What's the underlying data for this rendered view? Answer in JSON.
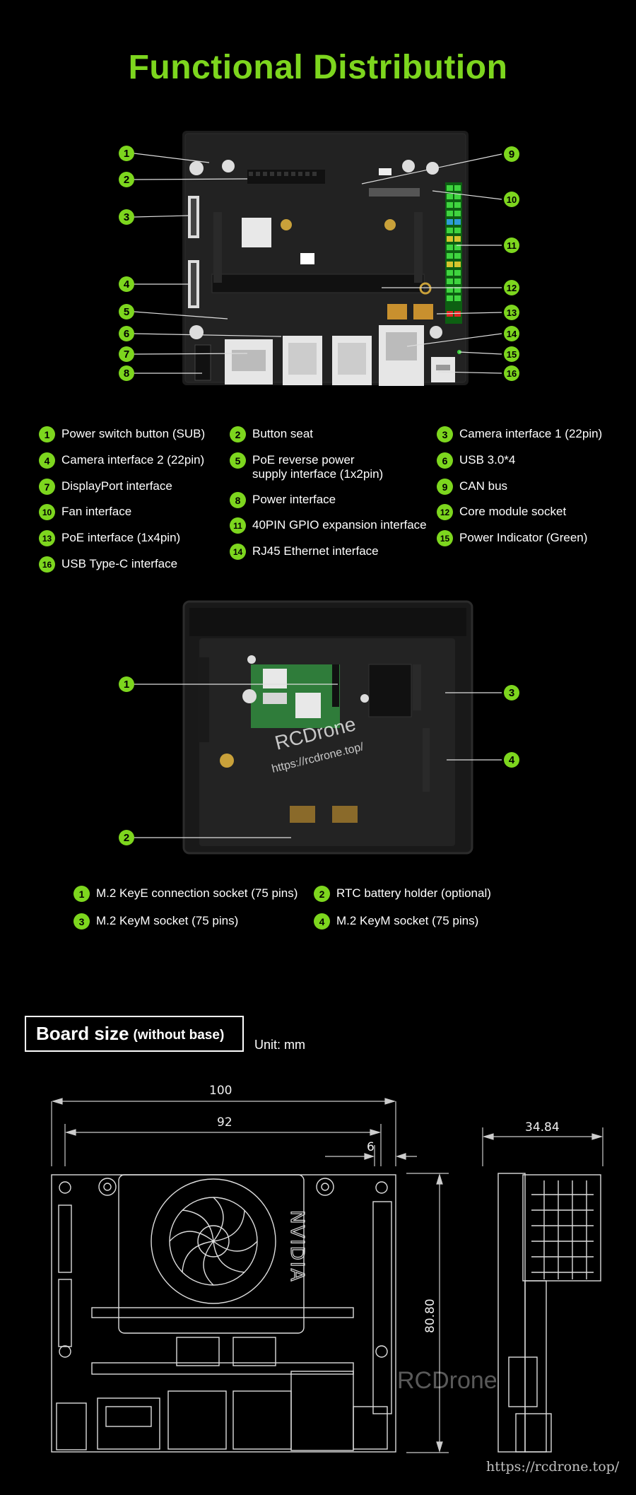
{
  "page": {
    "title": "Functional Distribution"
  },
  "top_view": {
    "callouts": [
      "1",
      "2",
      "3",
      "4",
      "5",
      "6",
      "7",
      "8",
      "9",
      "10",
      "11",
      "12",
      "13",
      "14",
      "15",
      "16"
    ],
    "legend": [
      {
        "num": "1",
        "label": "Power switch button (SUB)"
      },
      {
        "num": "2",
        "label": "Button seat"
      },
      {
        "num": "3",
        "label": "Camera interface 1 (22pin)"
      },
      {
        "num": "4",
        "label": "Camera interface 2 (22pin)"
      },
      {
        "num": "5",
        "label": "PoE reverse power\nsupply interface (1x2pin)"
      },
      {
        "num": "6",
        "label": "USB 3.0*4"
      },
      {
        "num": "7",
        "label": "DisplayPort interface"
      },
      {
        "num": "8",
        "label": "Power interface"
      },
      {
        "num": "9",
        "label": "CAN bus"
      },
      {
        "num": "10",
        "label": "Fan interface"
      },
      {
        "num": "11",
        "label": "40PIN GPIO expansion interface"
      },
      {
        "num": "12",
        "label": "Core module socket"
      },
      {
        "num": "13",
        "label": "PoE interface (1x4pin)"
      },
      {
        "num": "14",
        "label": "RJ45 Ethernet interface"
      },
      {
        "num": "15",
        "label": "Power Indicator (Green)"
      },
      {
        "num": "16",
        "label": "USB Type-C interface"
      }
    ]
  },
  "bottom_view": {
    "callouts": [
      "1",
      "2",
      "3",
      "4"
    ],
    "legend": [
      {
        "num": "1",
        "label": "M.2 KeyE connection socket (75 pins)"
      },
      {
        "num": "2",
        "label": "RTC battery holder (optional)"
      },
      {
        "num": "3",
        "label": "M.2 KeyM socket (75 pins)"
      },
      {
        "num": "4",
        "label": "M.2 KeyM socket (75 pins)"
      }
    ],
    "watermark": {
      "brand": "RCDrone",
      "url": "https://rcdrone.top/"
    }
  },
  "board_size": {
    "title": "Board size",
    "subtitle": "(without base)",
    "unit": "Unit:  mm",
    "dims": {
      "overall_width": "100",
      "inner_width": "92",
      "offset": "6",
      "height": "80.80",
      "side_depth": "34.84"
    },
    "chip_label": "NVIDIA",
    "watermark": {
      "brand": "RCDrone",
      "url": "https://rcdrone.top/"
    }
  },
  "colors": {
    "accent": "#7dd61e",
    "background": "#000000",
    "pcb": "#1c1c1c"
  }
}
